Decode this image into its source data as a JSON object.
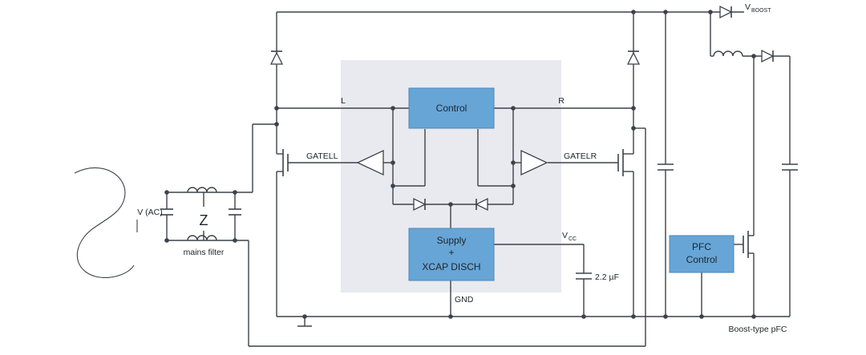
{
  "diagram": {
    "blocks": {
      "control": {
        "label": "Control"
      },
      "supply": {
        "line1": "Supply",
        "line2": "+",
        "line3": "XCAP DISCH"
      },
      "pfc": {
        "line1": "PFC",
        "line2": "Control"
      }
    },
    "labels": {
      "line_l": "L",
      "line_r": "R",
      "gatell": "GATELL",
      "gatelr": "GATELR",
      "vcc_base": "V",
      "vcc_sub": "CC",
      "vboost_base": "V",
      "vboost_sub": "BOOST",
      "gnd": "GND",
      "cap_value": "2.2 µF",
      "vac": "V (AC)",
      "mains_filter": "mains filter",
      "impedance": "Z",
      "boost_type": "Boost-type pFC"
    },
    "colors": {
      "block_fill": "#67A5D6",
      "block_border": "#4D86B4",
      "ic_region_fill": "#E8EAF0",
      "wire": "#3D424A",
      "text": "#20262C"
    }
  }
}
